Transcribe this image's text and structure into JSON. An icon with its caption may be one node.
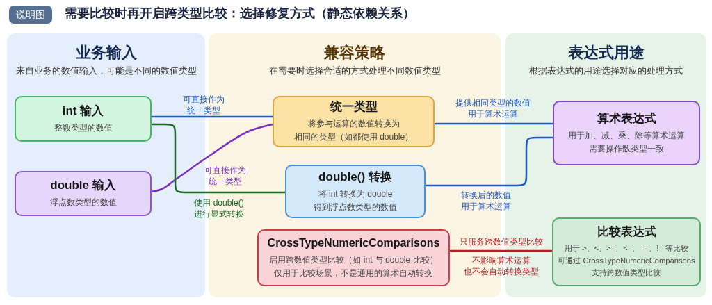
{
  "diagram": {
    "title": "需要比较时再开启跨类型比较：选择修复方式（静态依赖关系）",
    "nodes": [
      {
        "text": [
          "说明图"
        ]
      },
      {
        "text": [
          "业务输入",
          "来自业务的数值输入，可能是不同的数值类型"
        ]
      },
      {
        "text": [
          "int 输入",
          "整数类型的数值"
        ],
        "in": 1
      },
      {
        "text": [
          "double 输入",
          "浮点数类型的数值"
        ],
        "in": 1
      },
      {
        "text": [
          "兼容策略",
          "在需要时选择合适的方式处理不同数值类型"
        ]
      },
      {
        "text": [
          "统一类型",
          "将参与运算的数值转换为相同的类型（如都使用 double）"
        ],
        "in": 4
      },
      {
        "text": [
          "double() 转换",
          "将 int 转换为 double 得到浮点数类型的数值"
        ],
        "in": 4
      },
      {
        "text": [
          "CrossTypeNumericComparisons",
          "启用跨数值类型比较（如 int 与 double 比较）仅用于比较场景，不是通用的算术自动转换"
        ],
        "in": 4
      },
      {
        "text": [
          "表达式用途",
          "根据表达式的用途选择对应的处理方式"
        ]
      },
      {
        "text": [
          "算术表达式",
          "用于加、减、乘、除等算术运算需要操作数类型一致"
        ],
        "in": 8
      },
      {
        "text": [
          "比较表达式",
          "用于 >、<、>=、<=、==、!= 等比较可通过 CrossTypeNumericComparisons 支持跨数值类型比较"
        ],
        "in": 8
      }
    ],
    "edges": [
      {
        "from": 2,
        "to": 5,
        "arrow": "none",
        "label": "可直接作为统一类型"
      },
      {
        "from": 3,
        "to": 5,
        "arrow": "none",
        "label": "可直接作为统一类型",
        "color": "#7b2fbf"
      },
      {
        "from": 2,
        "to": 6,
        "arrow": "none",
        "label": "使用 double() 进行显式转换",
        "color": "#1d6b27"
      },
      {
        "from": 5,
        "to": 9,
        "arrow": "none",
        "label": "提供相同类型的数值用于算术运算"
      },
      {
        "from": 6,
        "to": 9,
        "arrow": "none",
        "label": "转换后的数值用于算术运算"
      },
      {
        "from": 7,
        "to": 10,
        "arrow": "none",
        "label": "只服务跨数值类型比较",
        "color": "#b51f24"
      }
    ],
    "labels": [
      "不影响算术运算也不会自动转换类型"
    ]
  }
}
